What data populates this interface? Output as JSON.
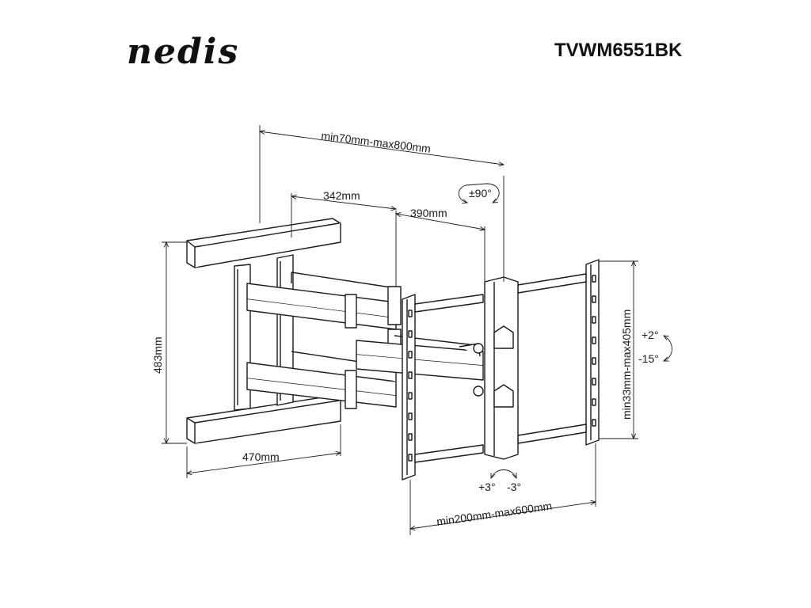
{
  "header": {
    "brand": "nedis",
    "model": "TVWM6551BK"
  },
  "dimensions": {
    "depth_range": "min70mm-max800mm",
    "arm1": "342mm",
    "arm2": "390mm",
    "swivel": "±90°",
    "height": "483mm",
    "width": "470mm",
    "vesa_vertical": "min33mm-max405mm",
    "vesa_horizontal": "min200mm-max600mm",
    "tilt_up": "+2°",
    "tilt_down": "-15°",
    "roll_plus": "+3°",
    "roll_minus": "-3°"
  },
  "colors": {
    "line": "#1a1a1a",
    "fill": "#ffffff"
  }
}
